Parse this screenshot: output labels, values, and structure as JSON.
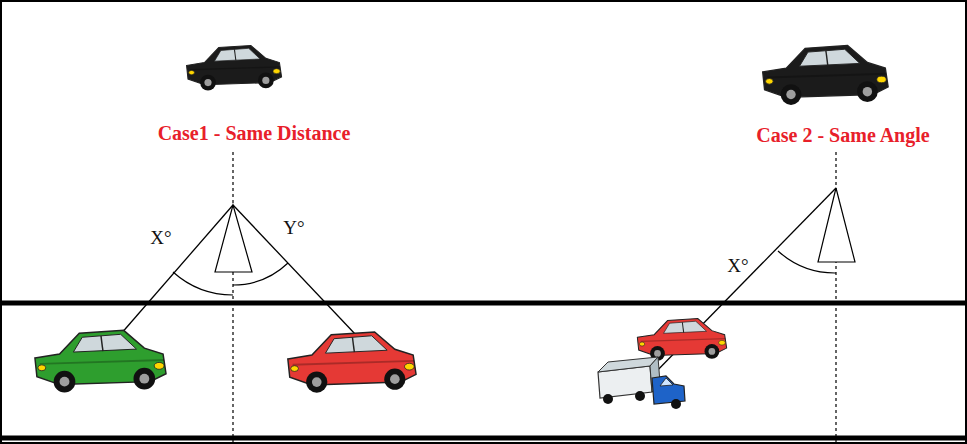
{
  "diagram": {
    "labels": [
      "Case1 - Same Distance",
      "X°",
      "Y°",
      "Case 2 - Same Angle",
      "X°"
    ]
  }
}
